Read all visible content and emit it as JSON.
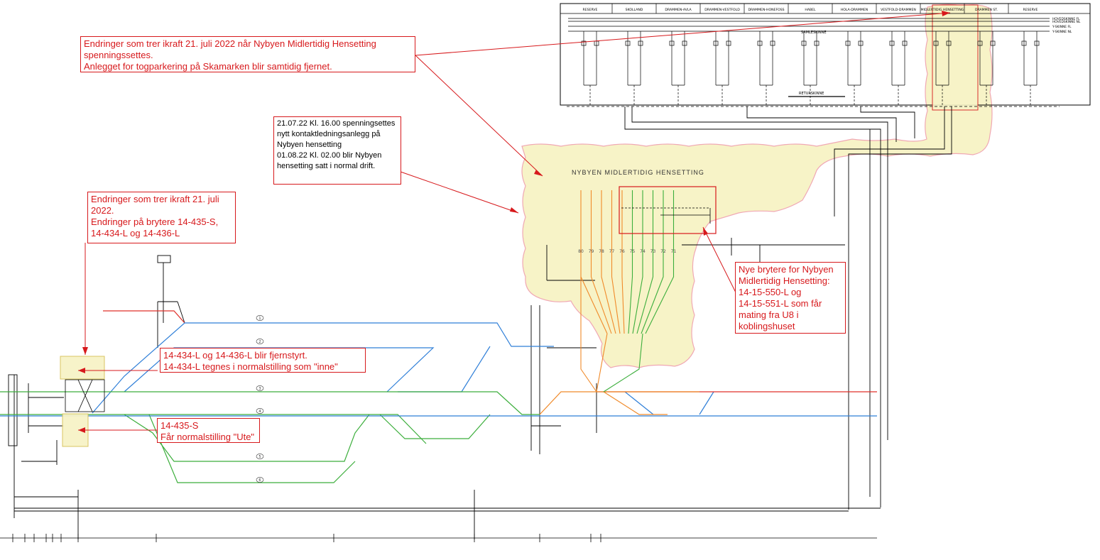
{
  "notes": {
    "top": {
      "lines": [
        "Endringer som trer ikraft 21. juli 2022 når Nybyen Midlertidig Hensetting",
        "spenningssettes.",
        "Anlegget for togparkering på Skamarken blir samtidig fjernet."
      ]
    },
    "middle": {
      "lines": [
        "21.07.22 Kl. 16.00 spenningsettes",
        "nytt kontaktledningsanlegg på",
        "Nybyen hensetting",
        "01.08.22 Kl. 02.00 blir Nybyen",
        "hensetting satt i normal drift."
      ]
    },
    "left": {
      "lines": [
        "Endringer som trer ikraft 21. juli",
        "2022.",
        "Endringer på brytere 14-435-S,",
        "14-434-L og 14-436-L"
      ]
    },
    "remote": {
      "lines": [
        "14-434-L og 14-436-L blir fjernstyrt.",
        "14-434-L tegnes i normalstilling som \"inne\""
      ]
    },
    "switch435": {
      "lines": [
        "14-435-S",
        "Får normalstilling \"Ute\""
      ]
    },
    "newSwitches": {
      "lines": [
        "Nye brytere for Nybyen",
        "Midlertidig Hensetting:",
        "14-15-550-L og",
        "14-15-551-L som får",
        "mating fra U8 i",
        "koblingshuset"
      ]
    }
  },
  "area_label": "NYBYEN MIDLERTIDIG HENSETTING",
  "panel": {
    "columns": [
      "RESERVE",
      "SKOLLAND",
      "DRAMMEN-AVLA",
      "DRAMMEN-VESTFOLD",
      "DRAMMEN-HONEFOSS",
      "HABEL",
      "HOLA-DRAMMEN",
      "VESTFOLD-DRAMMEN",
      "MIDLERTIDIG HENSETTING",
      "DRAMMEN ST.",
      "RESERVE"
    ],
    "busbars": [
      "HOVEDSKINNE FL",
      "HOVEDSKINNE NL",
      "Y-SKINNE FL",
      "Y-SKINNE NL"
    ],
    "return_label": "RETURSKINNE",
    "mid_label": "SAMLESKINNE"
  },
  "track_labels": [
    "1",
    "2",
    "3",
    "4",
    "5",
    "6"
  ],
  "siding_numbers": [
    "80",
    "79",
    "78",
    "77",
    "76",
    "75",
    "74",
    "73",
    "72",
    "71"
  ],
  "colors": {
    "annotation": "#d7191c",
    "track_red": "#e0302a",
    "track_blue": "#2f7fd8",
    "track_green": "#3cae3c",
    "track_orange": "#f08a2a",
    "highlight": "#f7f3c7",
    "highlight_edge": "#f0a8b4",
    "ink": "#000000"
  }
}
